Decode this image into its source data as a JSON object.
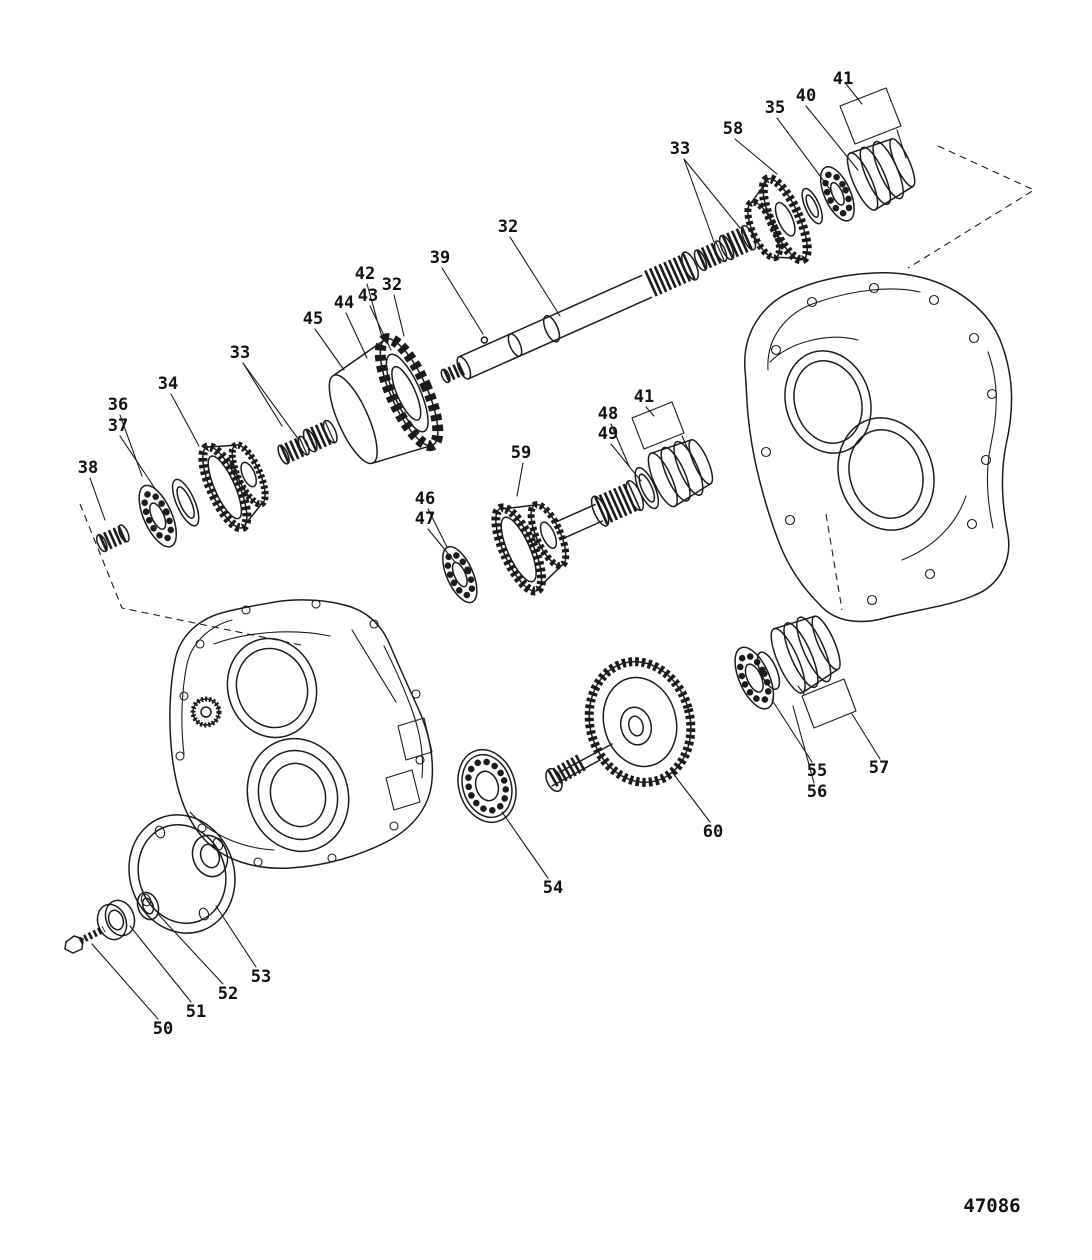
{
  "figure": {
    "drawing_number": "47086"
  },
  "callouts": {
    "n41_top": "41",
    "n40": "40",
    "n35": "35",
    "n58": "58",
    "n33_top": "33",
    "n32_shaft": "32",
    "n39": "39",
    "n42": "42",
    "n32_drum": "32",
    "n43": "43",
    "n44": "44",
    "n45": "45",
    "n33_mid": "33",
    "n34": "34",
    "n36": "36",
    "n37": "37",
    "n38": "38",
    "n41_mid": "41",
    "n48": "48",
    "n49": "49",
    "n59": "59",
    "n46": "46",
    "n47": "47",
    "n55": "55",
    "n56": "56",
    "n57": "57",
    "n60": "60",
    "n54": "54",
    "n53": "53",
    "n52": "52",
    "n51": "51",
    "n50": "50"
  }
}
